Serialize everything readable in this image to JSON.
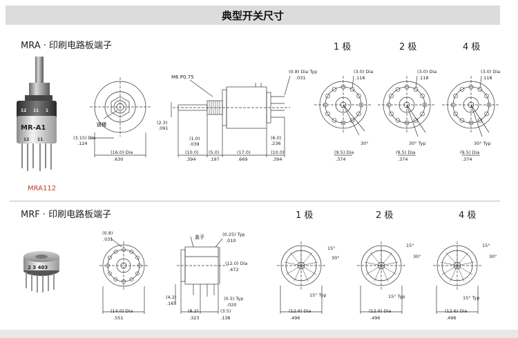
{
  "title": "典型开关尺寸",
  "mra": {
    "heading": "MRA · 印刷电路板端子",
    "model": "MRA112",
    "photo_text": "MR-A1",
    "photo_numbers": [
      "12",
      "11",
      "1",
      "12",
      "11"
    ],
    "poles": [
      "1 极",
      "2 极",
      "4 极"
    ],
    "labels": {
      "key": "键槽",
      "thread": "M6 P0.75"
    },
    "dims": {
      "d315": "(3.15) Dia",
      "d315b": ".124",
      "d160": "(16.0) Dia",
      "d160b": ".630",
      "d23": "(2.3)",
      "d23b": ".091",
      "d10": "(1.0)",
      "d10b": ".039",
      "d100a": "(10.0)",
      "d100ab": ".394",
      "d50": "(5.0)",
      "d50b": ".197",
      "d170": "(17.0)",
      "d170b": ".669",
      "d100b": "(10.0)",
      "d100bb": ".394",
      "d60": "(6.0)",
      "d60b": ".236",
      "d08": "(0.8) Dia Typ",
      "d08b": ".031",
      "p1d30": "(3.0) Dia",
      "p1d30b": ".118",
      "p1d95": "(9.5) Dia",
      "p1d95b": ".374",
      "p1ang": "30°",
      "p2d30": "(3.0) Dia",
      "p2d30b": ".118",
      "p2d95": "(9.5) Dia",
      "p2d95b": ".374",
      "p2ang": "30° Typ",
      "p4d30": "(3.0) Dia",
      "p4d30b": ".118",
      "p4d95": "(9.5) Dia",
      "p4d95b": ".374",
      "p4ang": "30° Typ"
    }
  },
  "mrf": {
    "heading": "MRF · 印刷电路板端子",
    "photo_text": "2 3 403",
    "poles": [
      "1 极",
      "2 极",
      "4 极"
    ],
    "labels": {
      "cover": "盖子"
    },
    "dims": {
      "f08": "(0.8)",
      "f08b": ".031",
      "f140": "(14.0) Dia",
      "f140b": ".551",
      "f025": "(0.25) Typ",
      "f025b": ".010",
      "f120": "(12.0) Dia",
      "f120b": ".472",
      "f42": "(4.2)",
      "f42b": ".165",
      "f05": "(0.5) Typ",
      "f05b": ".020",
      "f82": "(8.2)",
      "f82b": ".323",
      "f35": "(3.5)",
      "f35b": ".138",
      "q1ang1": "15°",
      "q1ang2": "30°",
      "q1ang3": "15° Typ",
      "q1d": "(12.6) Dia",
      "q1db": ".496",
      "q2ang1": "15°",
      "q2ang2": "30°",
      "q2ang3": "15° Typ",
      "q2d": "(12.6) Dia",
      "q2db": ".496",
      "q4ang1": "15°",
      "q4ang2": "30°",
      "q4ang3": "15° Typ",
      "q4d": "(12.6) Dia",
      "q4db": ".496"
    }
  }
}
